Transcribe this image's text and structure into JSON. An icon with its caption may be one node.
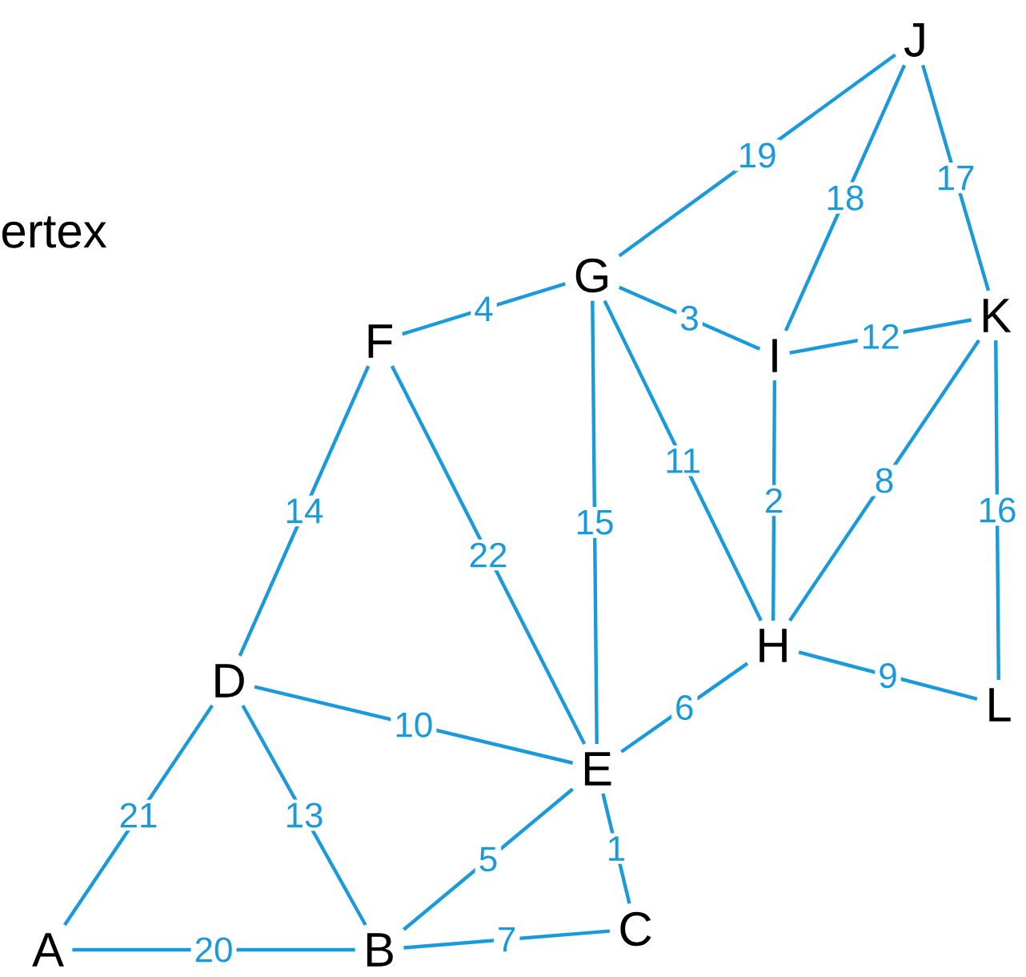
{
  "diagram": {
    "nodes": [
      {
        "text": [
          "A"
        ]
      },
      {
        "text": [
          "B"
        ]
      },
      {
        "text": [
          "C"
        ]
      },
      {
        "text": [
          "D"
        ]
      },
      {
        "text": [
          "E"
        ]
      },
      {
        "text": [
          "F"
        ]
      },
      {
        "text": [
          "G"
        ]
      },
      {
        "text": [
          "H"
        ]
      },
      {
        "text": [
          "I"
        ]
      },
      {
        "text": [
          "J"
        ]
      },
      {
        "text": [
          "K"
        ]
      },
      {
        "text": [
          "L"
        ]
      }
    ],
    "edges": [
      {
        "from": 9,
        "to": 6,
        "arrow": "none",
        "label": "19"
      },
      {
        "from": 9,
        "to": 8,
        "arrow": "none",
        "label": "18"
      },
      {
        "from": 9,
        "to": 10,
        "arrow": "none",
        "label": "17"
      },
      {
        "from": 5,
        "to": 6,
        "arrow": "none",
        "label": "4"
      },
      {
        "from": 6,
        "to": 8,
        "arrow": "none",
        "label": "3"
      },
      {
        "from": 8,
        "to": 10,
        "arrow": "none",
        "label": "12"
      },
      {
        "from": 6,
        "to": 7,
        "arrow": "none",
        "label": "11"
      },
      {
        "from": 8,
        "to": 7,
        "arrow": "none",
        "label": "2"
      },
      {
        "from": 10,
        "to": 7,
        "arrow": "none",
        "label": "8"
      },
      {
        "from": 5,
        "to": 3,
        "arrow": "none",
        "label": "14"
      },
      {
        "from": 5,
        "to": 4,
        "arrow": "none",
        "label": "22"
      },
      {
        "from": 6,
        "to": 4,
        "arrow": "none",
        "label": "15"
      },
      {
        "from": 10,
        "to": 11,
        "arrow": "none",
        "label": "16"
      },
      {
        "from": 4,
        "to": 7,
        "arrow": "none",
        "label": "6"
      },
      {
        "from": 7,
        "to": 11,
        "arrow": "none",
        "label": "9"
      },
      {
        "from": 3,
        "to": 4,
        "arrow": "none",
        "label": "10"
      },
      {
        "from": 3,
        "to": 0,
        "arrow": "none",
        "label": "21"
      },
      {
        "from": 3,
        "to": 1,
        "arrow": "none",
        "label": "13"
      },
      {
        "from": 1,
        "to": 4,
        "arrow": "none",
        "label": "5"
      },
      {
        "from": 4,
        "to": 2,
        "arrow": "none",
        "label": "1"
      },
      {
        "from": 0,
        "to": 1,
        "arrow": "none",
        "label": "20"
      },
      {
        "from": 1,
        "to": 2,
        "arrow": "none",
        "label": "7"
      }
    ],
    "labels": [
      "ertex"
    ]
  }
}
